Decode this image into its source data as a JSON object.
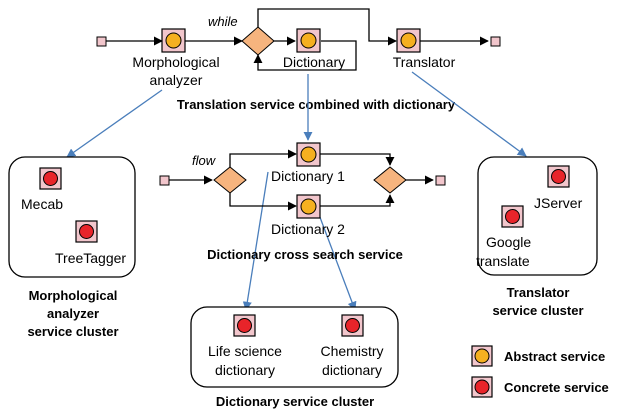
{
  "diagram": {
    "top": {
      "while_label": "while",
      "morph_label_line1": "Morphological",
      "morph_label_line2": "analyzer",
      "dictionary_label": "Dictionary",
      "translator_label": "Translator",
      "title": "Translation service combined with dictionary"
    },
    "middle": {
      "flow_label": "flow",
      "dictionary1_label": "Dictionary 1",
      "dictionary2_label": "Dictionary 2",
      "title": "Dictionary cross search service"
    },
    "morph_cluster": {
      "mecab": "Mecab",
      "treetagger": "TreeTagger",
      "caption_line1": "Morphological",
      "caption_line2": "analyzer",
      "caption_line3": "service cluster"
    },
    "translator_cluster": {
      "jserver": "JServer",
      "google_line1": "Google",
      "google_line2": "translate",
      "caption_line1": "Translator",
      "caption_line2": "service cluster"
    },
    "dictionary_cluster": {
      "life_line1": "Life science",
      "life_line2": "dictionary",
      "chem_line1": "Chemistry",
      "chem_line2": "dictionary",
      "caption": "Dictionary service cluster"
    },
    "legend": {
      "abstract": "Abstract service",
      "concrete": "Concrete service"
    },
    "colors": {
      "abstract_fill": "#f5b020",
      "concrete_fill": "#e8242a",
      "square_fill": "#f2c6cc",
      "diamond_fill": "#f6b47e",
      "arrow_blue": "#4a7ebb",
      "line": "#000000"
    }
  }
}
